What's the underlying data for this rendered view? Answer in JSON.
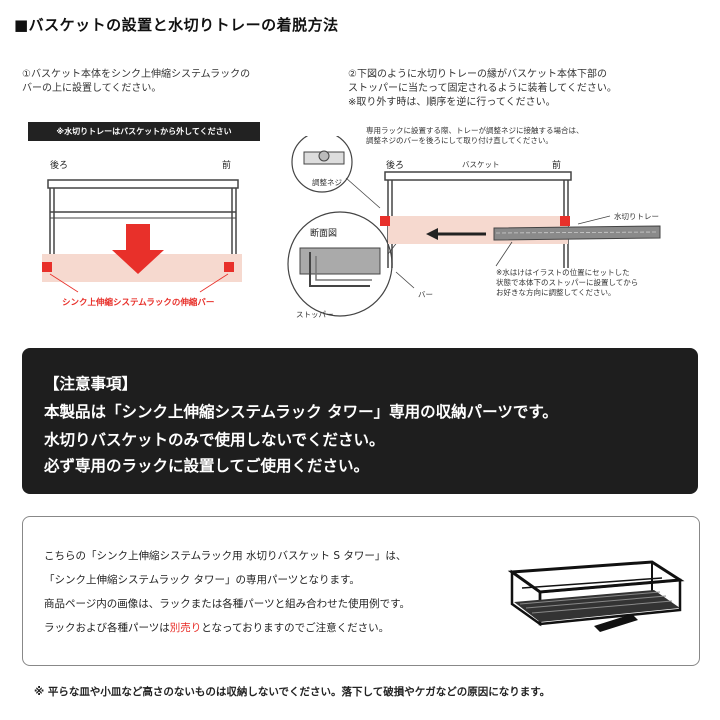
{
  "title": "■バスケットの設置と水切りトレーの着脱方法",
  "step1": {
    "text": "①バスケット本体をシンク上伸縮システムラックの\nバーの上に設置してください。",
    "note": "※水切りトレーはバスケットから外してください",
    "back": "後ろ",
    "front": "前",
    "caption": "シンク上伸縮システムラックの伸縮バー"
  },
  "step2": {
    "text": "②下図のように水切りトレーの縁がバスケット本体下部の\nストッパーに当たって固定されるように装着してください。\n※取り外す時は、順序を逆に行ってください。",
    "note": "専用ラックに設置する際、トレーが調整ネジに接触する場合は、\n調整ネジのバーを後ろにして取り付け直してください。",
    "screw": "調整ネジ",
    "section": "断面図",
    "back": "後ろ",
    "basket": "バスケット",
    "front": "前",
    "tray": "水切りトレー",
    "bar": "バー",
    "stopper": "ストッパー",
    "remark": "※水はけはイラストの位置にセットした\n状態で本体下のストッパーに設置してから\nお好きな方向に調整してください。"
  },
  "warning": {
    "heading": "【注意事項】",
    "line1": "本製品は「シンク上伸縮システムラック タワー」専用の収納パーツです。",
    "line2": "水切りバスケットのみで使用しないでください。",
    "line3": "必ず専用のラックに設置してご使用ください。"
  },
  "info": {
    "line1": "こちらの「シンク上伸縮システムラック用 水切りバスケット S タワー」は、",
    "line2": "「シンク上伸縮システムラック タワー」の専用パーツとなります。",
    "line3": "商品ページ内の画像は、ラックまたは各種パーツと組み合わせた使用例です。",
    "line4_pre": "ラックおよび各種パーツは",
    "line4_red": "別売り",
    "line4_post": "となっておりますのでご注意ください。"
  },
  "footnote": "※ 平らな皿や小皿など高さのないものは収納しないでください。落下して破損やケガなどの原因になります。",
  "colors": {
    "red": "#e8302a",
    "pink": "#f6d9cf",
    "dark": "#1e1e1e"
  }
}
